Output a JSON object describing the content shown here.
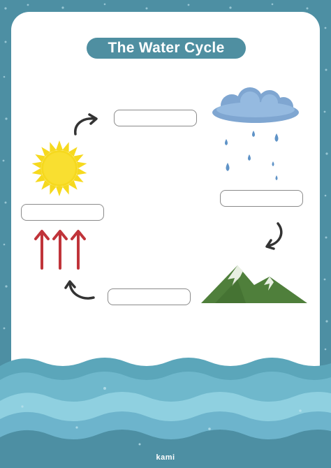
{
  "worksheet": {
    "title": "The Water Cycle",
    "answer_boxes": [
      {
        "name": "condensation-box",
        "value": ""
      },
      {
        "name": "precipitation-box",
        "value": ""
      },
      {
        "name": "evaporation-box",
        "value": ""
      },
      {
        "name": "collection-box",
        "value": ""
      }
    ]
  },
  "branding": {
    "logo_text": "kami"
  },
  "icons": {
    "sun": "sun-icon",
    "cloud": "rain-cloud-icon",
    "mountain": "mountain-icon",
    "evaporation": "evaporation-arrows-icon",
    "arrows": "curved-arrow-icon"
  },
  "colors": {
    "background": "#4d8fa3",
    "title_pill": "#4f8fa1",
    "sun": "#f6d91e",
    "cloud": "#8fb2d7",
    "rain": "#5f93c7",
    "mountain": "#4f7f3b",
    "evaporation_arrows": "#c0343a",
    "sea_light": "#8fd0e0",
    "sea_dark": "#4d8fa3"
  }
}
